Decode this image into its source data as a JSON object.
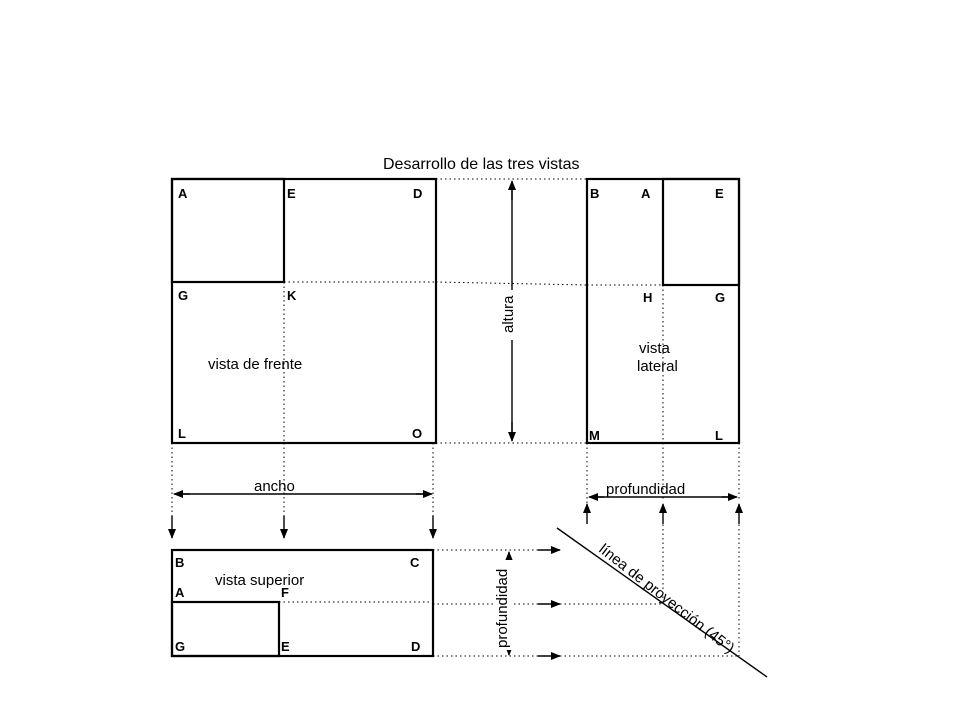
{
  "title": "Desarrollo de las tres vistas",
  "front": {
    "caption": "vista de frente",
    "points": {
      "A": "A",
      "E": "E",
      "D": "D",
      "G": "G",
      "K": "K",
      "L": "L",
      "O": "O"
    }
  },
  "side": {
    "caption_line1": "vista",
    "caption_line2": "lateral",
    "points": {
      "B": "B",
      "A": "A",
      "E": "E",
      "H": "H",
      "G": "G",
      "M": "M",
      "L": "L"
    }
  },
  "top": {
    "caption": "vista superior",
    "points": {
      "B": "B",
      "C": "C",
      "A": "A",
      "F": "F",
      "G": "G",
      "E": "E",
      "D": "D"
    }
  },
  "dimensions": {
    "height": "altura",
    "width": "ancho",
    "depth_side": "profundidad",
    "depth_top": "profundidad"
  },
  "projection_line": "línea de proyección (45°)"
}
